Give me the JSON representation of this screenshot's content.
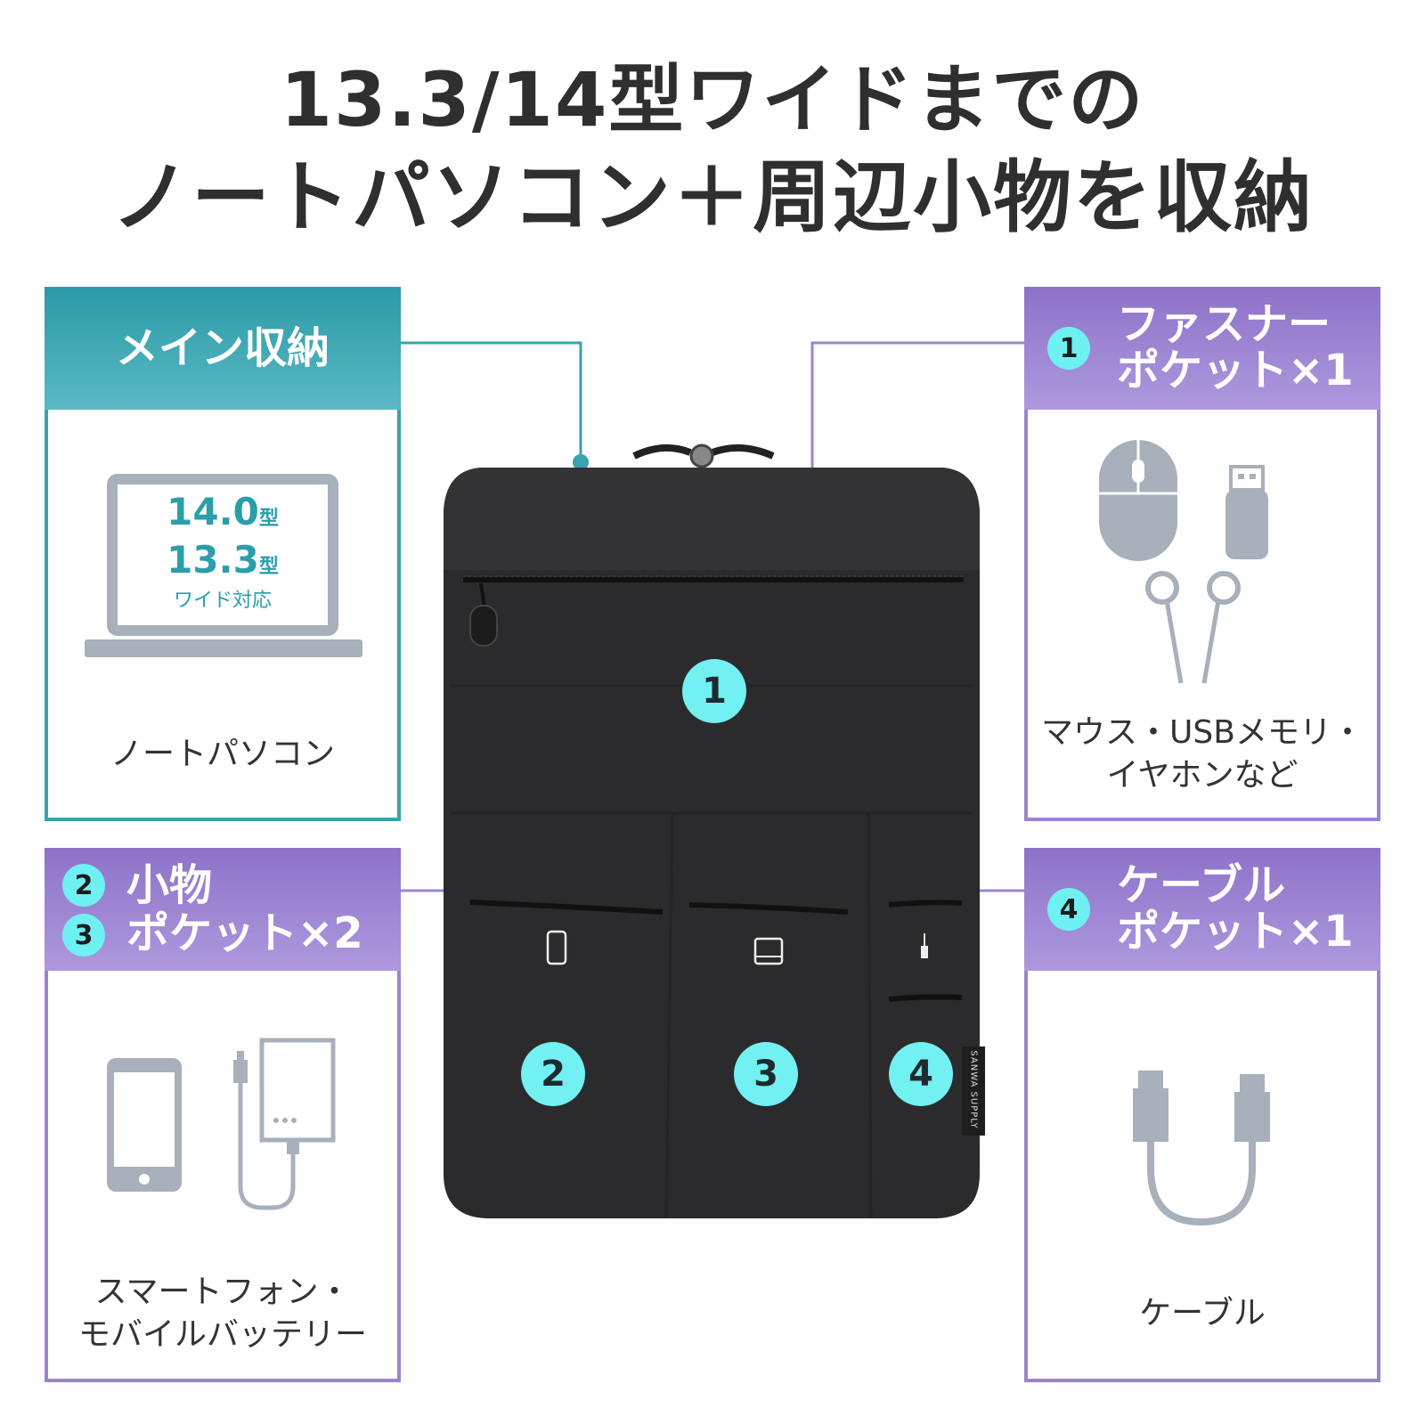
{
  "headline": {
    "line1": "13.3/14型ワイドまでの",
    "line2": "ノートパソコン＋周辺小物を収納"
  },
  "main_panel": {
    "header": "メイン収納",
    "screen_line1": "14.0",
    "screen_unit1": "型",
    "screen_line2": "13.3",
    "screen_unit2": "型",
    "screen_line3": "ワイド対応",
    "caption": "ノートパソコン"
  },
  "pocket1_panel": {
    "badge": "1",
    "header_line1": "ファスナー",
    "header_line2": "ポケット×1",
    "caption_line1": "マウス・USBメモリ・",
    "caption_line2": "イヤホンなど"
  },
  "pocket23_panel": {
    "badge_a": "2",
    "badge_b": "3",
    "header_line1": "小物",
    "header_line2": "ポケット×2",
    "caption_line1": "スマートフォン・",
    "caption_line2": "モバイルバッテリー"
  },
  "pocket4_panel": {
    "badge": "4",
    "header_line1": "ケーブル",
    "header_line2": "ポケット×1",
    "caption": "ケーブル"
  },
  "bag": {
    "badges": [
      "1",
      "2",
      "3",
      "4"
    ],
    "brand_label": "SANWA SUPPLY"
  },
  "colors": {
    "teal": "#3aa2ad",
    "purple": "#9b84cf",
    "badge_cyan": "#6ff1f3",
    "icon_gray": "#a7b0bb",
    "bag_dark": "#2b2b2d"
  }
}
